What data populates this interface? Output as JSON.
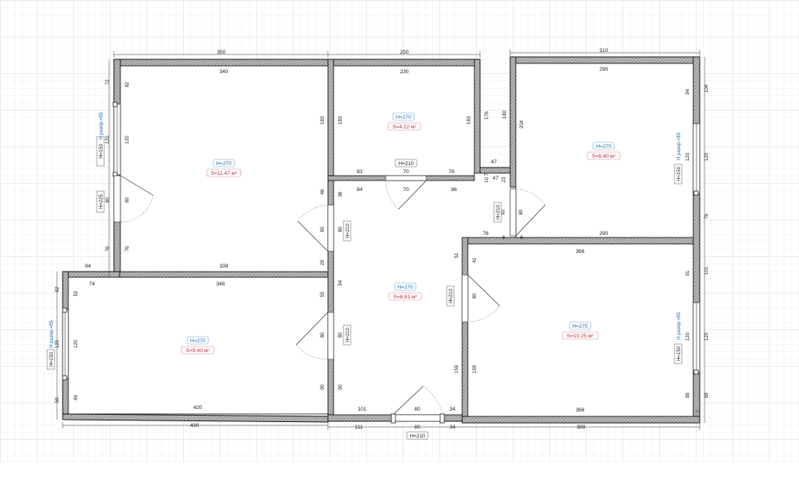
{
  "rooms": [
    {
      "id": "room-a",
      "height": "H=270",
      "area": "S=11.47 м²"
    },
    {
      "id": "room-b",
      "height": "H=270",
      "area": "S=4.22 м²"
    },
    {
      "id": "room-c",
      "height": "H=270",
      "area": "S=8.40 м²"
    },
    {
      "id": "room-d",
      "height": "H=270",
      "area": "S=8.91 м²"
    },
    {
      "id": "room-e",
      "height": "H=270",
      "area": "S=9.40 м²"
    },
    {
      "id": "room-f",
      "height": "H=270",
      "area": "S=10.25 м²"
    }
  ],
  "dims": {
    "top_350": "350",
    "top_250": "250",
    "top_310": "310",
    "in_340": "340",
    "in_230": "230",
    "in_290": "290",
    "d83": "83",
    "d70a": "70",
    "d76a": "76",
    "d84": "84",
    "d70b": "70",
    "d86": "86",
    "h210_door_top": "H=210",
    "d47a": "47",
    "d47b": "47",
    "d76b": "76",
    "d290b": "290",
    "d366a": "366",
    "d6a": "6",
    "d6b": "6",
    "d84b": "84",
    "d338": "338",
    "d74": "74",
    "d348": "348",
    "d420": "420",
    "d430": "430",
    "d101": "101",
    "d111": "111",
    "d80a": "80",
    "d80b": "80",
    "d34a": "34",
    "d34b": "34",
    "d366b": "366",
    "d388": "388",
    "h210_bottom": "H=210",
    "v72": "72",
    "v82": "82",
    "v120a": "120",
    "v120b": "120",
    "v80a": "80",
    "v80b": "80",
    "v76a": "76",
    "v76b": "76",
    "v183a": "183",
    "v183b": "183",
    "v183c": "183",
    "v176": "176",
    "v180": "180",
    "v204": "204",
    "v107": "10 7",
    "v23": "23",
    "v46": "46",
    "v36": "36",
    "v80c": "80",
    "v29": "29",
    "v80d": "80",
    "v94": "94",
    "v55": "55",
    "v80e": "80",
    "v90a": "90",
    "v90b": "90",
    "v104": "104",
    "v94b": "94",
    "v120c": "120",
    "v120d": "120",
    "v76c": "76",
    "v80f": "80",
    "v51": "51",
    "v41": "41",
    "v101": "101",
    "v91": "91",
    "v120e": "120",
    "v120f": "120",
    "v159a": "159",
    "v159b": "159",
    "v89a": "89",
    "v89b": "89",
    "v2": "2",
    "v92": "92",
    "v80g": "80",
    "v82b": "82",
    "v52": "52",
    "v120g": "120",
    "v59": "59",
    "v49": "49"
  },
  "vertical_labels": {
    "h150_a": "H=150",
    "razor_a": "H разор.=85",
    "h225": "H=225",
    "h210_a": "H=210",
    "h210_b": "H=210",
    "h210_c": "H=210",
    "h210_d": "H=210",
    "h150_b": "H=150",
    "razor_b": "H разор.=85",
    "h150_c": "H=150",
    "razor_c": "H разор.=85",
    "h150_d": "H=150",
    "razor_d": "H разор.=85"
  }
}
